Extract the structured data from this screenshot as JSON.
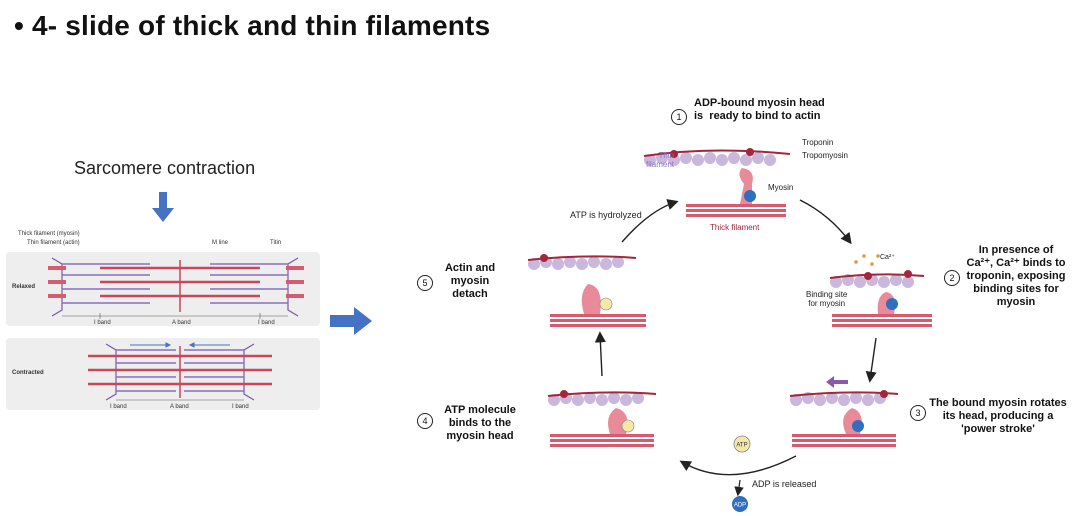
{
  "slide": {
    "title": "• 4- slide of thick and thin filaments"
  },
  "sarcomere": {
    "heading": "Sarcomere contraction",
    "labels": {
      "thick": "Thick filament (myosin)",
      "thin": "Thin filament (actin)",
      "mline": "M line",
      "titin": "Titin",
      "relaxed": "Relaxed",
      "contracted": "Contracted",
      "iband": "I band",
      "aband": "A band"
    }
  },
  "cycle": {
    "steps": [
      {
        "num": "1",
        "text": "ADP-bound myosin head\nis  ready to bind to actin"
      },
      {
        "num": "2",
        "text": "In presence of\nCa²⁺, Ca²⁺ binds to\ntroponin, exposing\nbinding sites for\nmyosin"
      },
      {
        "num": "3",
        "text": "The bound myosin rotates\nits head, producing a\n'power stroke'"
      },
      {
        "num": "4",
        "text": "ATP molecule\nbinds to the\nmyosin head"
      },
      {
        "num": "5",
        "text": "Actin and\nmyosin\ndetach"
      }
    ],
    "labels": {
      "troponin": "Troponin",
      "tropomyosin": "Tropomyosin",
      "thin_filament": "Thin\nfilament",
      "myosin": "Myosin",
      "thick_filament": "Thick filament",
      "binding_site": "Binding site\nfor myosin",
      "ca": "Ca²⁺",
      "atp_hydrolyzed": "ATP is hydrolyzed",
      "adp_released": "ADP is released",
      "adp": "ADP",
      "atp": "ATP"
    }
  },
  "colors": {
    "arrow_blue": "#4472c4",
    "thick": "#c8475a",
    "thin_bead": "#c9b8dc",
    "myosin": "#e98a9a",
    "troponin": "#a3263a",
    "adp": "#2f6fc0",
    "atp": "#f3e8a8"
  }
}
